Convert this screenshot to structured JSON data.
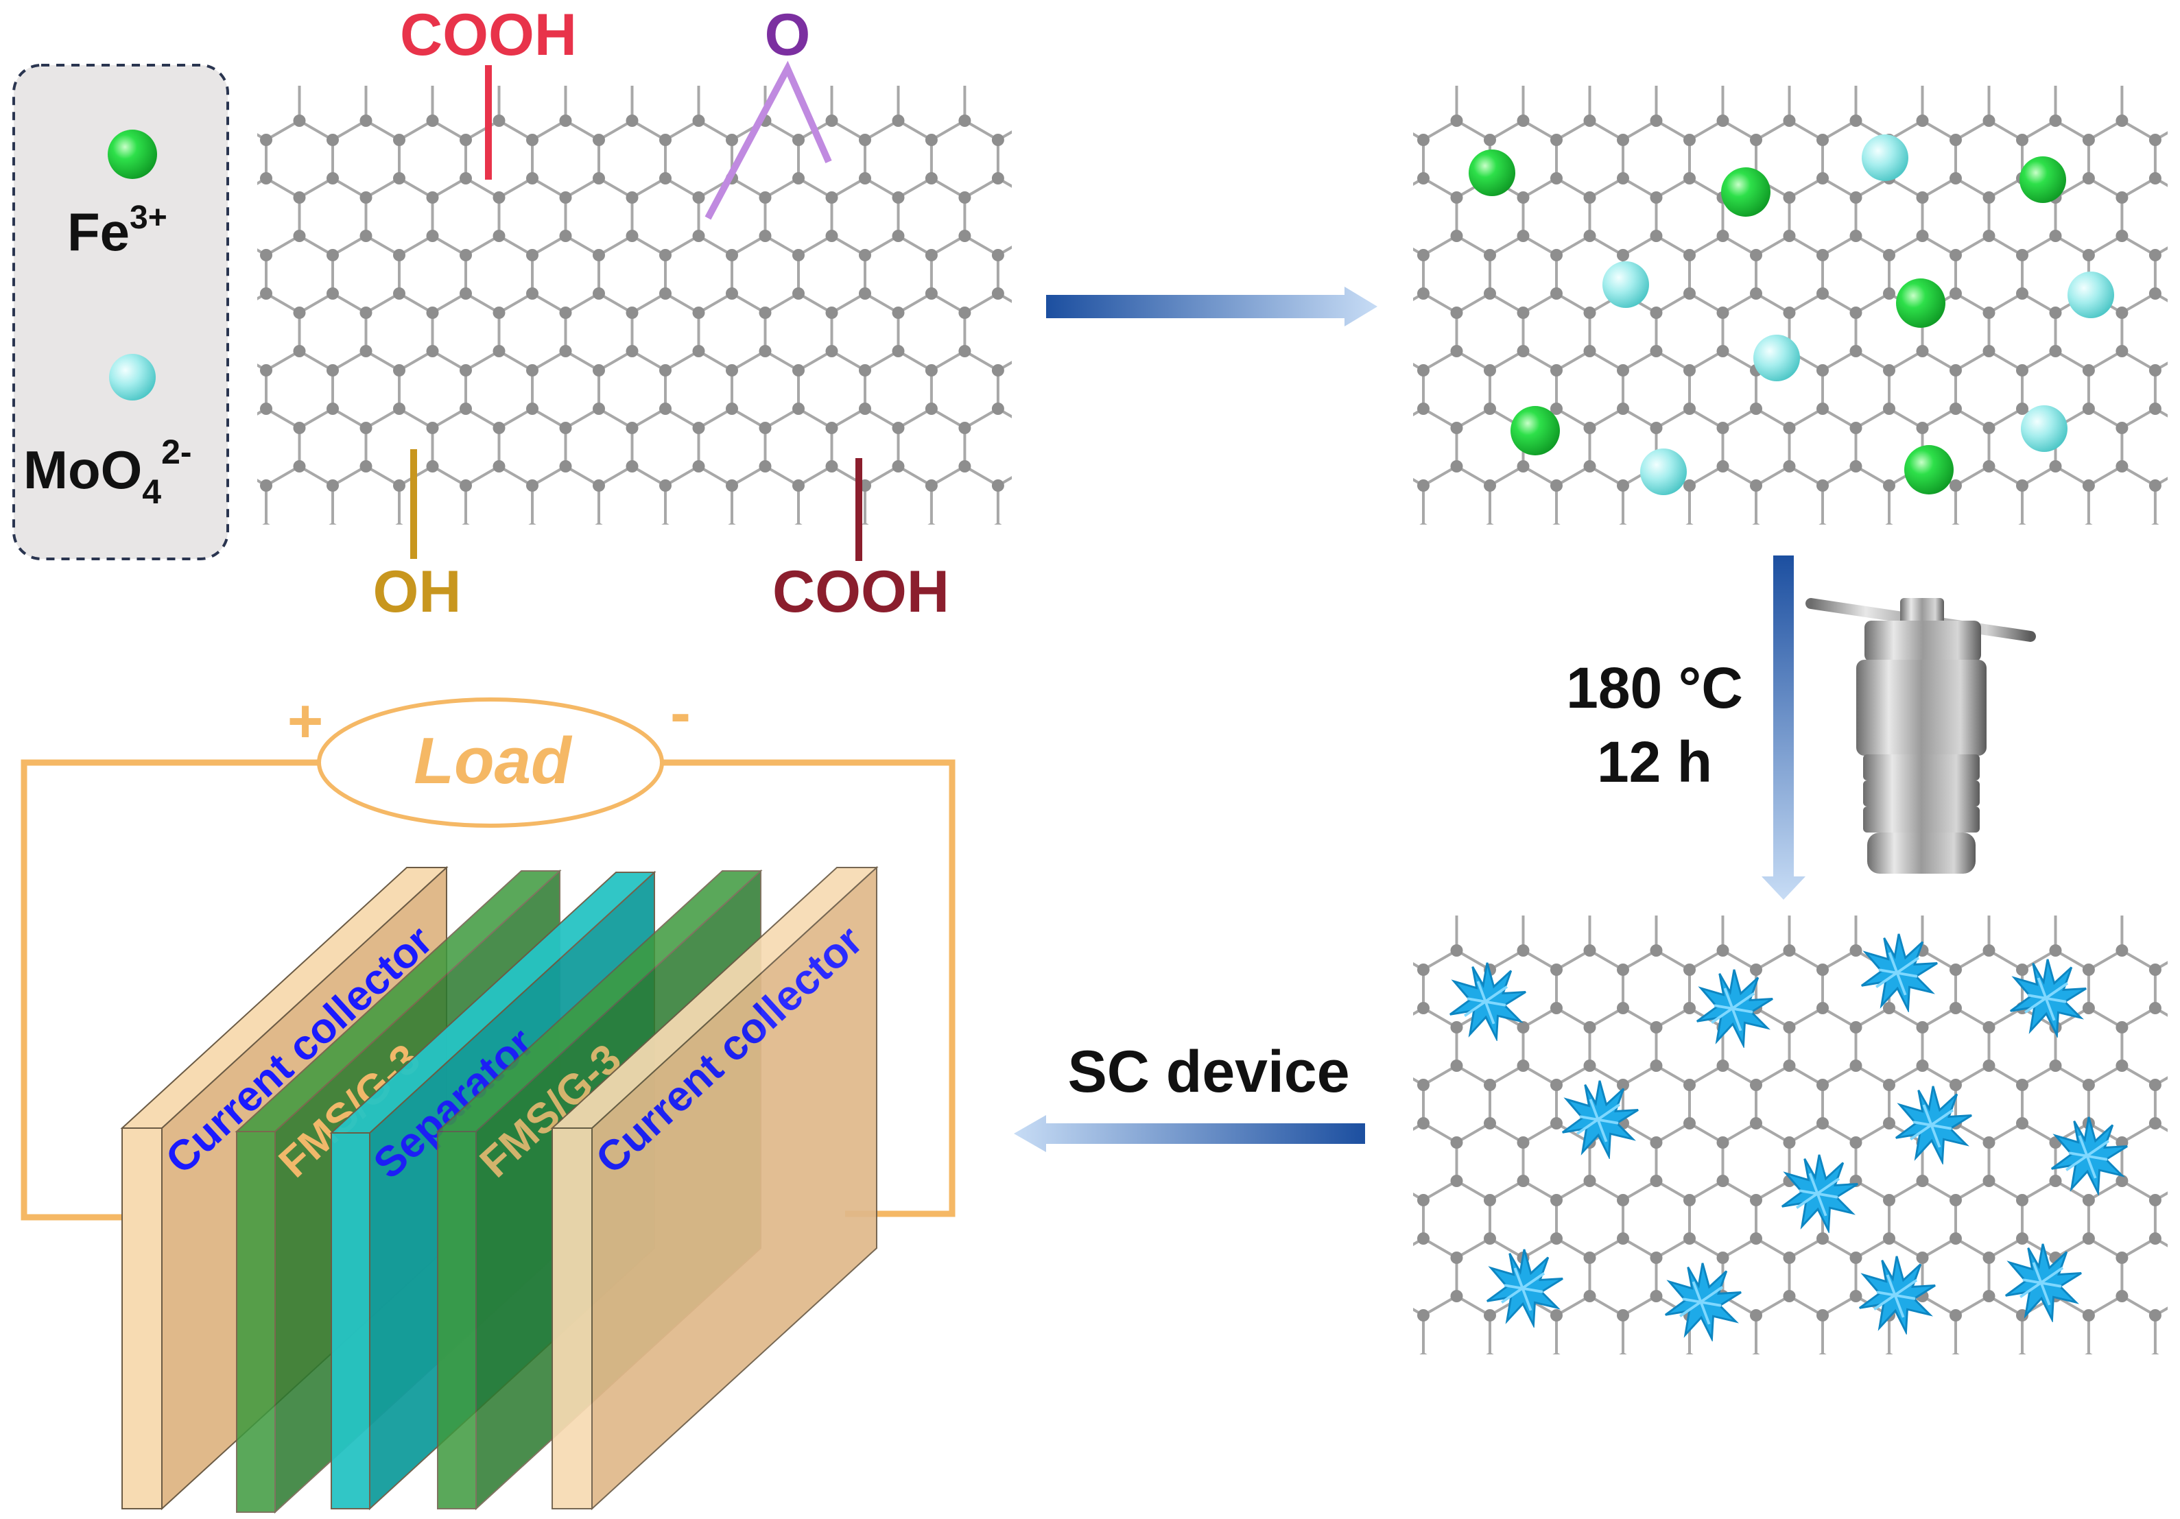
{
  "legend": {
    "ion1_label": "Fe",
    "ion1_sup": "3+",
    "ion2_label": "MoO",
    "ion2_sub": "4",
    "ion2_sup": "2-"
  },
  "functional_groups": {
    "top_left": "COOH",
    "top_right": "O",
    "bottom_left": "OH",
    "bottom_right": "COOH"
  },
  "hydrothermal": {
    "temperature": "180 °C",
    "time": "12 h"
  },
  "step_label": "SC device",
  "circuit": {
    "load_label": "Load",
    "plus": "+",
    "minus": "-"
  },
  "layers": [
    "Current collector",
    "FMS/G-3",
    "Separator",
    "FMS/G-3",
    "Current collector"
  ],
  "colors": {
    "fe_sphere": "#1fd13a",
    "moo4_sphere": "#7fe0e0",
    "cooh_red": "#e8334a",
    "epoxy_purple": "#7b2fa0",
    "epoxy_bond": "#c08ae0",
    "oh_gold": "#c8961e",
    "cooh_dark": "#8b1e2d",
    "circuit_orange": "#f5b865",
    "collector": "#f5d9b0",
    "active_green": "#3d9a3a",
    "separator_cyan": "#2cc6c6",
    "layer_text_blue": "#1a1aff",
    "layer_text_orange": "#f5b865",
    "arrow_blue": "#1e5aa8",
    "nanoflower": "#1eaae8",
    "lattice": "#9a9a9a"
  }
}
